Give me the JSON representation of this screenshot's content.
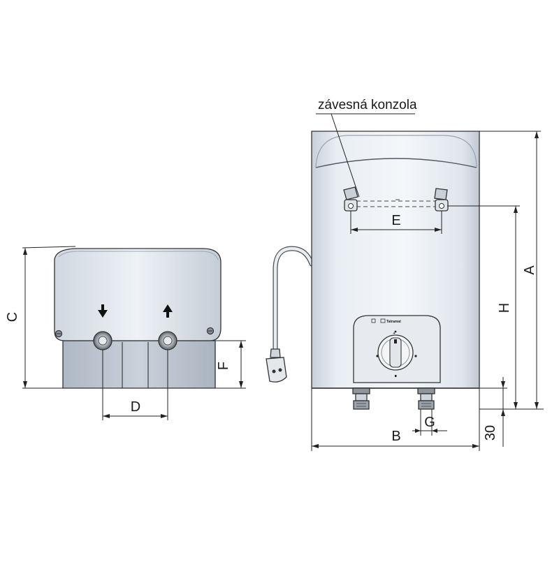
{
  "callout": {
    "bracket_label": "závesná konzola"
  },
  "dimensions": {
    "A": "A",
    "B": "B",
    "C": "C",
    "D": "D",
    "E": "E",
    "F": "F",
    "G": "G",
    "H": "H",
    "bottom_clearance": "30"
  },
  "brand_plate": {
    "text": "Tatramat"
  },
  "colors": {
    "body_light": "#eef2f6",
    "body_shade": "#c9d2dc",
    "outline": "#333333",
    "dimension_line": "#222222"
  }
}
